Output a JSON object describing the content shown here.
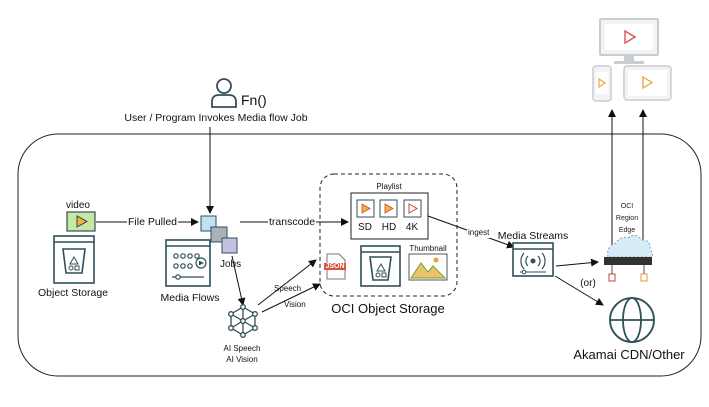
{
  "actor": {
    "label": "Fn()",
    "caption": "User / Program Invokes Media flow Job"
  },
  "source": {
    "badge": "video",
    "label": "Object Storage"
  },
  "edges": {
    "file_pulled": "File Pulled",
    "transcode": "transcode",
    "jobs": "Jobs",
    "speech": "Speech",
    "vision": "Vision",
    "ingest": "ingest",
    "or": "(or)"
  },
  "media_flows": {
    "label": "Media Flows"
  },
  "ai": {
    "line1": "AI Speech",
    "line2": "AI Vision"
  },
  "oci_storage": {
    "label": "OCI Object Storage",
    "playlist": "Playlist",
    "renditions": [
      "SD",
      "HD",
      "4K"
    ],
    "json_tag": "JSON",
    "thumbnail": "Thumbnail"
  },
  "media_streams": {
    "label": "Media Streams"
  },
  "edge": {
    "line1": "OCI",
    "line2": "Region",
    "line3": "Edge"
  },
  "cdn": {
    "label": "Akamai CDN/Other"
  },
  "colors": {
    "teal": "#2f4f5a",
    "play_yellow": "#f5b335",
    "play_red": "#c8453a",
    "video_badge": "#c7e7a4",
    "cloud": "#d8ecf7"
  }
}
